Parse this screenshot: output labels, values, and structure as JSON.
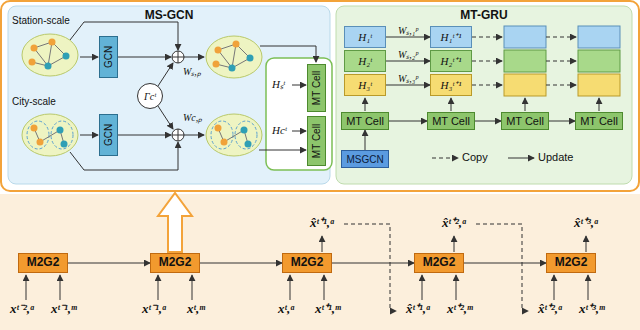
{
  "diagram": {
    "nodes": [
      {
        "text": [
          "MS-GCN"
        ]
      },
      {
        "text": [
          "GCN"
        ],
        "in": 0
      },
      {
        "text": [
          "GCN"
        ],
        "in": 0
      },
      {
        "text": [
          "Γcᵗ"
        ],
        "in": 0
      },
      {
        "text": [
          "MT Cell"
        ],
        "in": 0
      },
      {
        "text": [
          "MT Cell"
        ],
        "in": 0
      },
      {
        "text": [
          "MT-GRU"
        ]
      },
      {
        "text": [
          "H₁ᵗ"
        ],
        "in": 6
      },
      {
        "text": [
          "H₂ᵗ"
        ],
        "in": 6
      },
      {
        "text": [
          "H₃ᵗ"
        ],
        "in": 6
      },
      {
        "text": [
          "H₁ᵗ⁺¹"
        ],
        "in": 6
      },
      {
        "text": [
          "H₂ᵗ⁺¹"
        ],
        "in": 6
      },
      {
        "text": [
          "H₃ᵗ⁺¹"
        ],
        "in": 6
      },
      {
        "text": [
          "MT Cell"
        ],
        "in": 6
      },
      {
        "text": [
          "MT Cell"
        ],
        "in": 6
      },
      {
        "text": [
          "MT Cell"
        ],
        "in": 6
      },
      {
        "text": [
          "MT Cell"
        ],
        "in": 6
      },
      {
        "text": [
          "MSGCN"
        ],
        "in": 6
      },
      {
        "text": [
          "M2G2"
        ]
      },
      {
        "text": [
          "M2G2"
        ]
      },
      {
        "text": [
          "M2G2"
        ]
      },
      {
        "text": [
          "M2G2"
        ]
      },
      {
        "text": [
          "M2G2"
        ]
      }
    ],
    "edges": [
      {
        "from": 7,
        "to": 10,
        "arrow": "to",
        "label": "Wₛ,₁ᵖ"
      },
      {
        "from": 8,
        "to": 11,
        "arrow": "to",
        "label": "Wₛ,₂ᵖ"
      },
      {
        "from": 9,
        "to": 12,
        "arrow": "to",
        "label": "Wₛ,₃ᵖ"
      },
      {
        "from": 17,
        "to": 13,
        "arrow": "to"
      },
      {
        "from": 13,
        "to": 14,
        "arrow": "to"
      },
      {
        "from": 14,
        "to": 15,
        "arrow": "to"
      },
      {
        "from": 15,
        "to": 16,
        "arrow": "to"
      },
      {
        "from": 18,
        "to": 19,
        "arrow": "to"
      },
      {
        "from": 19,
        "to": 20,
        "arrow": "to"
      },
      {
        "from": 20,
        "to": 21,
        "arrow": "to"
      },
      {
        "from": 21,
        "to": 22,
        "arrow": "to"
      }
    ],
    "labels": [
      "Station-scale",
      "City-scale",
      "Wₛ,ₚ",
      "Wc,ₚ",
      "Hₛᵗ",
      "Hcᵗ",
      "xᵗ⁻²,ᵃ",
      "xᵗ⁻¹,ᵐ",
      "xᵗ⁻¹,ᵃ",
      "xᵗ,ᵐ",
      "xᵗ,ᵃ",
      "xᵗ⁺¹,ᵐ",
      "x̂ᵗ⁺¹,ᵃ",
      "xᵗ⁺²,ᵐ",
      "x̂ᵗ⁺²,ᵃ",
      "xᵗ⁺³,ᵐ",
      "x̂ᵗ⁺¹,ᵃ",
      "x̂ᵗ⁺²,ᵃ",
      "x̂ᵗ⁺³,ᵃ"
    ],
    "legend": [
      {
        "text": "Copy"
      },
      {
        "text": "Update"
      }
    ]
  }
}
